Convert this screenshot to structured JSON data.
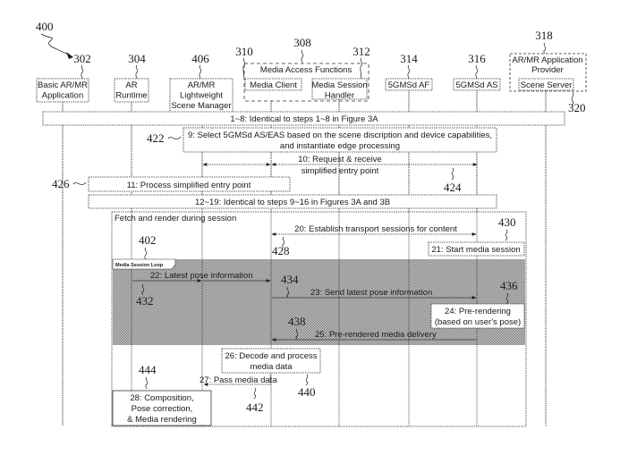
{
  "figure": {
    "figure_ref": "400",
    "participants": [
      {
        "id": "basic_app",
        "ref": "302",
        "lines": [
          "Basic AR/MR",
          "Application"
        ]
      },
      {
        "id": "ar_runtime",
        "ref": "304",
        "lines": [
          "AR",
          "Runtime"
        ]
      },
      {
        "id": "scene_manager",
        "ref": "406",
        "lines": [
          "AR/MR",
          "Lightweight",
          "Scene Manager"
        ]
      },
      {
        "id": "media_client",
        "ref": "310",
        "lines": [
          "Media Client"
        ]
      },
      {
        "id": "media_session_handler",
        "ref": "312",
        "lines": [
          "Media Session",
          "Handler"
        ]
      },
      {
        "id": "af",
        "ref": "314",
        "lines": [
          "5GMSd AF"
        ]
      },
      {
        "id": "as",
        "ref": "316",
        "lines": [
          "5GMSd AS"
        ]
      },
      {
        "id": "scene_server",
        "ref": "320",
        "lines": [
          "Scene Server"
        ]
      }
    ],
    "groups": {
      "maf": {
        "ref": "308",
        "label": "Media Access Functions"
      },
      "provider": {
        "ref": "318",
        "lines": [
          "AR/MR Application",
          "Provider"
        ]
      }
    },
    "steps": {
      "s1_8": {
        "text": "1~8: Identical to steps 1~8 in Figure 3A"
      },
      "s9": {
        "ref": "422",
        "lines": [
          "9: Select 5GMSd AS/EAS based on the scene discription and device capabilities,",
          "and instantiate edge processing"
        ]
      },
      "s10": {
        "ref": "424",
        "lines": [
          "10: Request & receive",
          "simplified entry point"
        ]
      },
      "s11": {
        "ref": "426",
        "text": "11: Process simplified entry point"
      },
      "s12_19": {
        "text": "12~19: Identical to steps 9~16 in Figures 3A and 3B"
      },
      "s20": {
        "ref": "428",
        "text": "20: Establish transport sessions for content"
      },
      "s21": {
        "ref": "430",
        "text": "21: Start media session"
      },
      "s22": {
        "ref": "432",
        "text": "22: Latest pose information"
      },
      "s23": {
        "ref": "434",
        "text": "23: Send latest pose information"
      },
      "s24": {
        "ref": "436",
        "lines": [
          "24: Pre-rendering",
          "(based on user's pose)"
        ]
      },
      "s25": {
        "ref": "438",
        "text": "25: Pre-rendered media delivery"
      },
      "s26": {
        "ref": "440",
        "lines": [
          "26: Decode and process",
          "media data"
        ]
      },
      "s27": {
        "ref": "442",
        "text": "27: Pass media data"
      },
      "s28": {
        "ref": "444",
        "lines": [
          "28: Composition,",
          "Pose correction,",
          "& Media rendering"
        ]
      }
    },
    "frames": {
      "fetch": {
        "label": "Fetch and render during session",
        "ref": "402"
      },
      "loop": {
        "label": "Media Session Loop"
      }
    }
  }
}
